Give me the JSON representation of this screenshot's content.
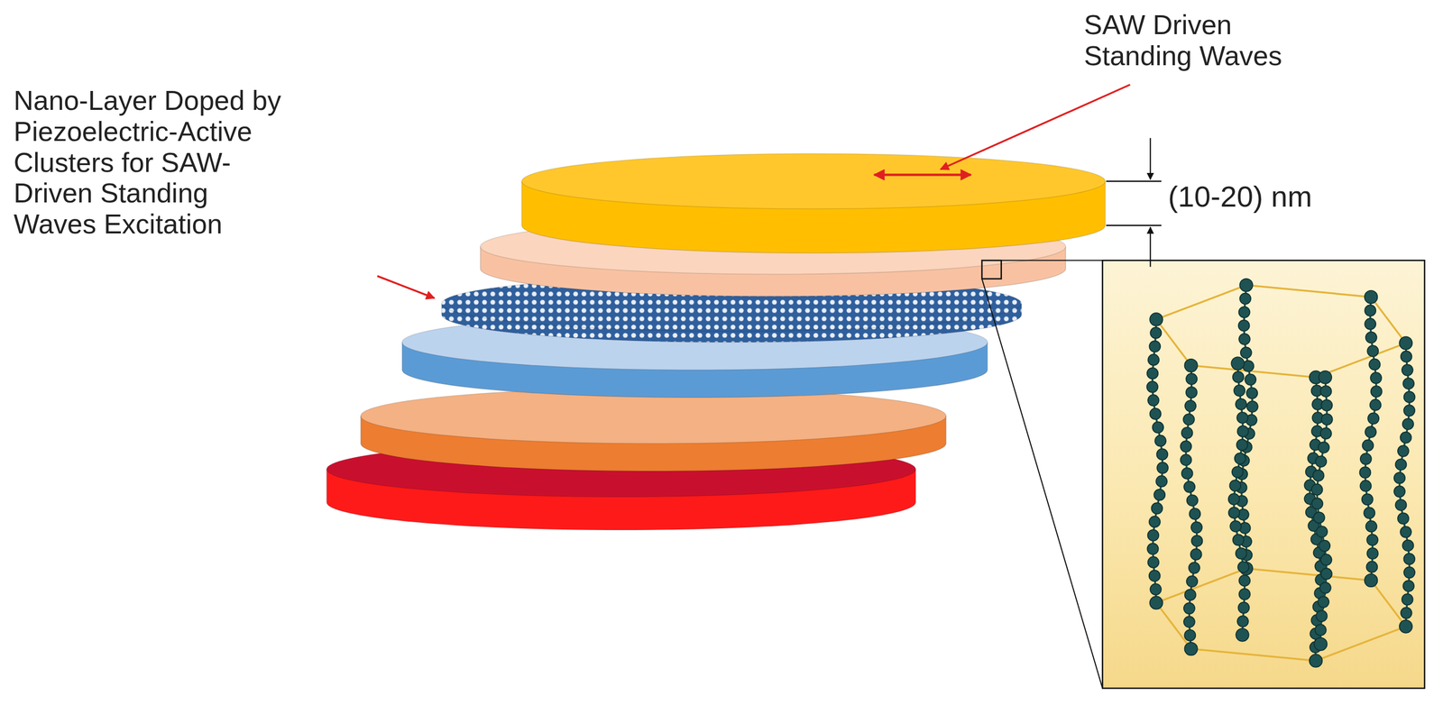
{
  "diagram": {
    "labels": [
      "SAW Driven Standing Waves",
      "Nano-Layer Doped by Piezoelectric-Active Clusters for SAW-Driven Standing Waves Excitation",
      "(10-20) nm"
    ]
  }
}
